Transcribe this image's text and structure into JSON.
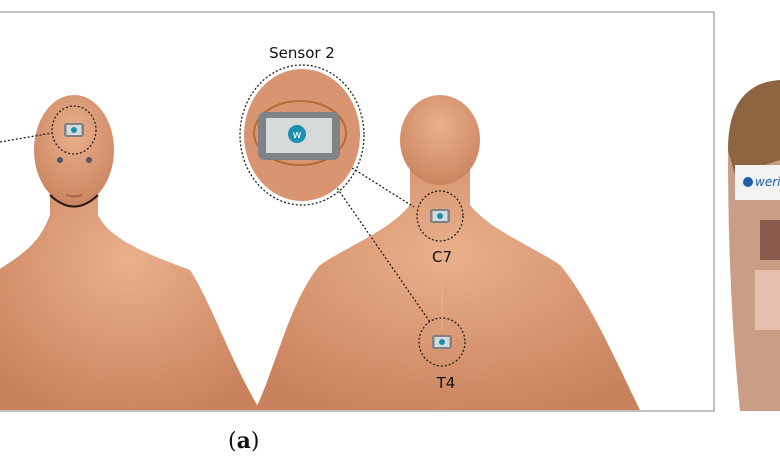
{
  "figure": {
    "sensor_label": "Sensor 2",
    "placements": [
      "C7",
      "T4"
    ],
    "caption_open": "(",
    "caption_letter": "a",
    "caption_close": ")",
    "headband_brand": "weri"
  },
  "colors": {
    "skin": "#d99572",
    "sensor_body": "#8c8f92",
    "sensor_screen": "#d7dadb",
    "sensor_logo": "#1f8fb0",
    "frame": "#9a9a9a"
  }
}
